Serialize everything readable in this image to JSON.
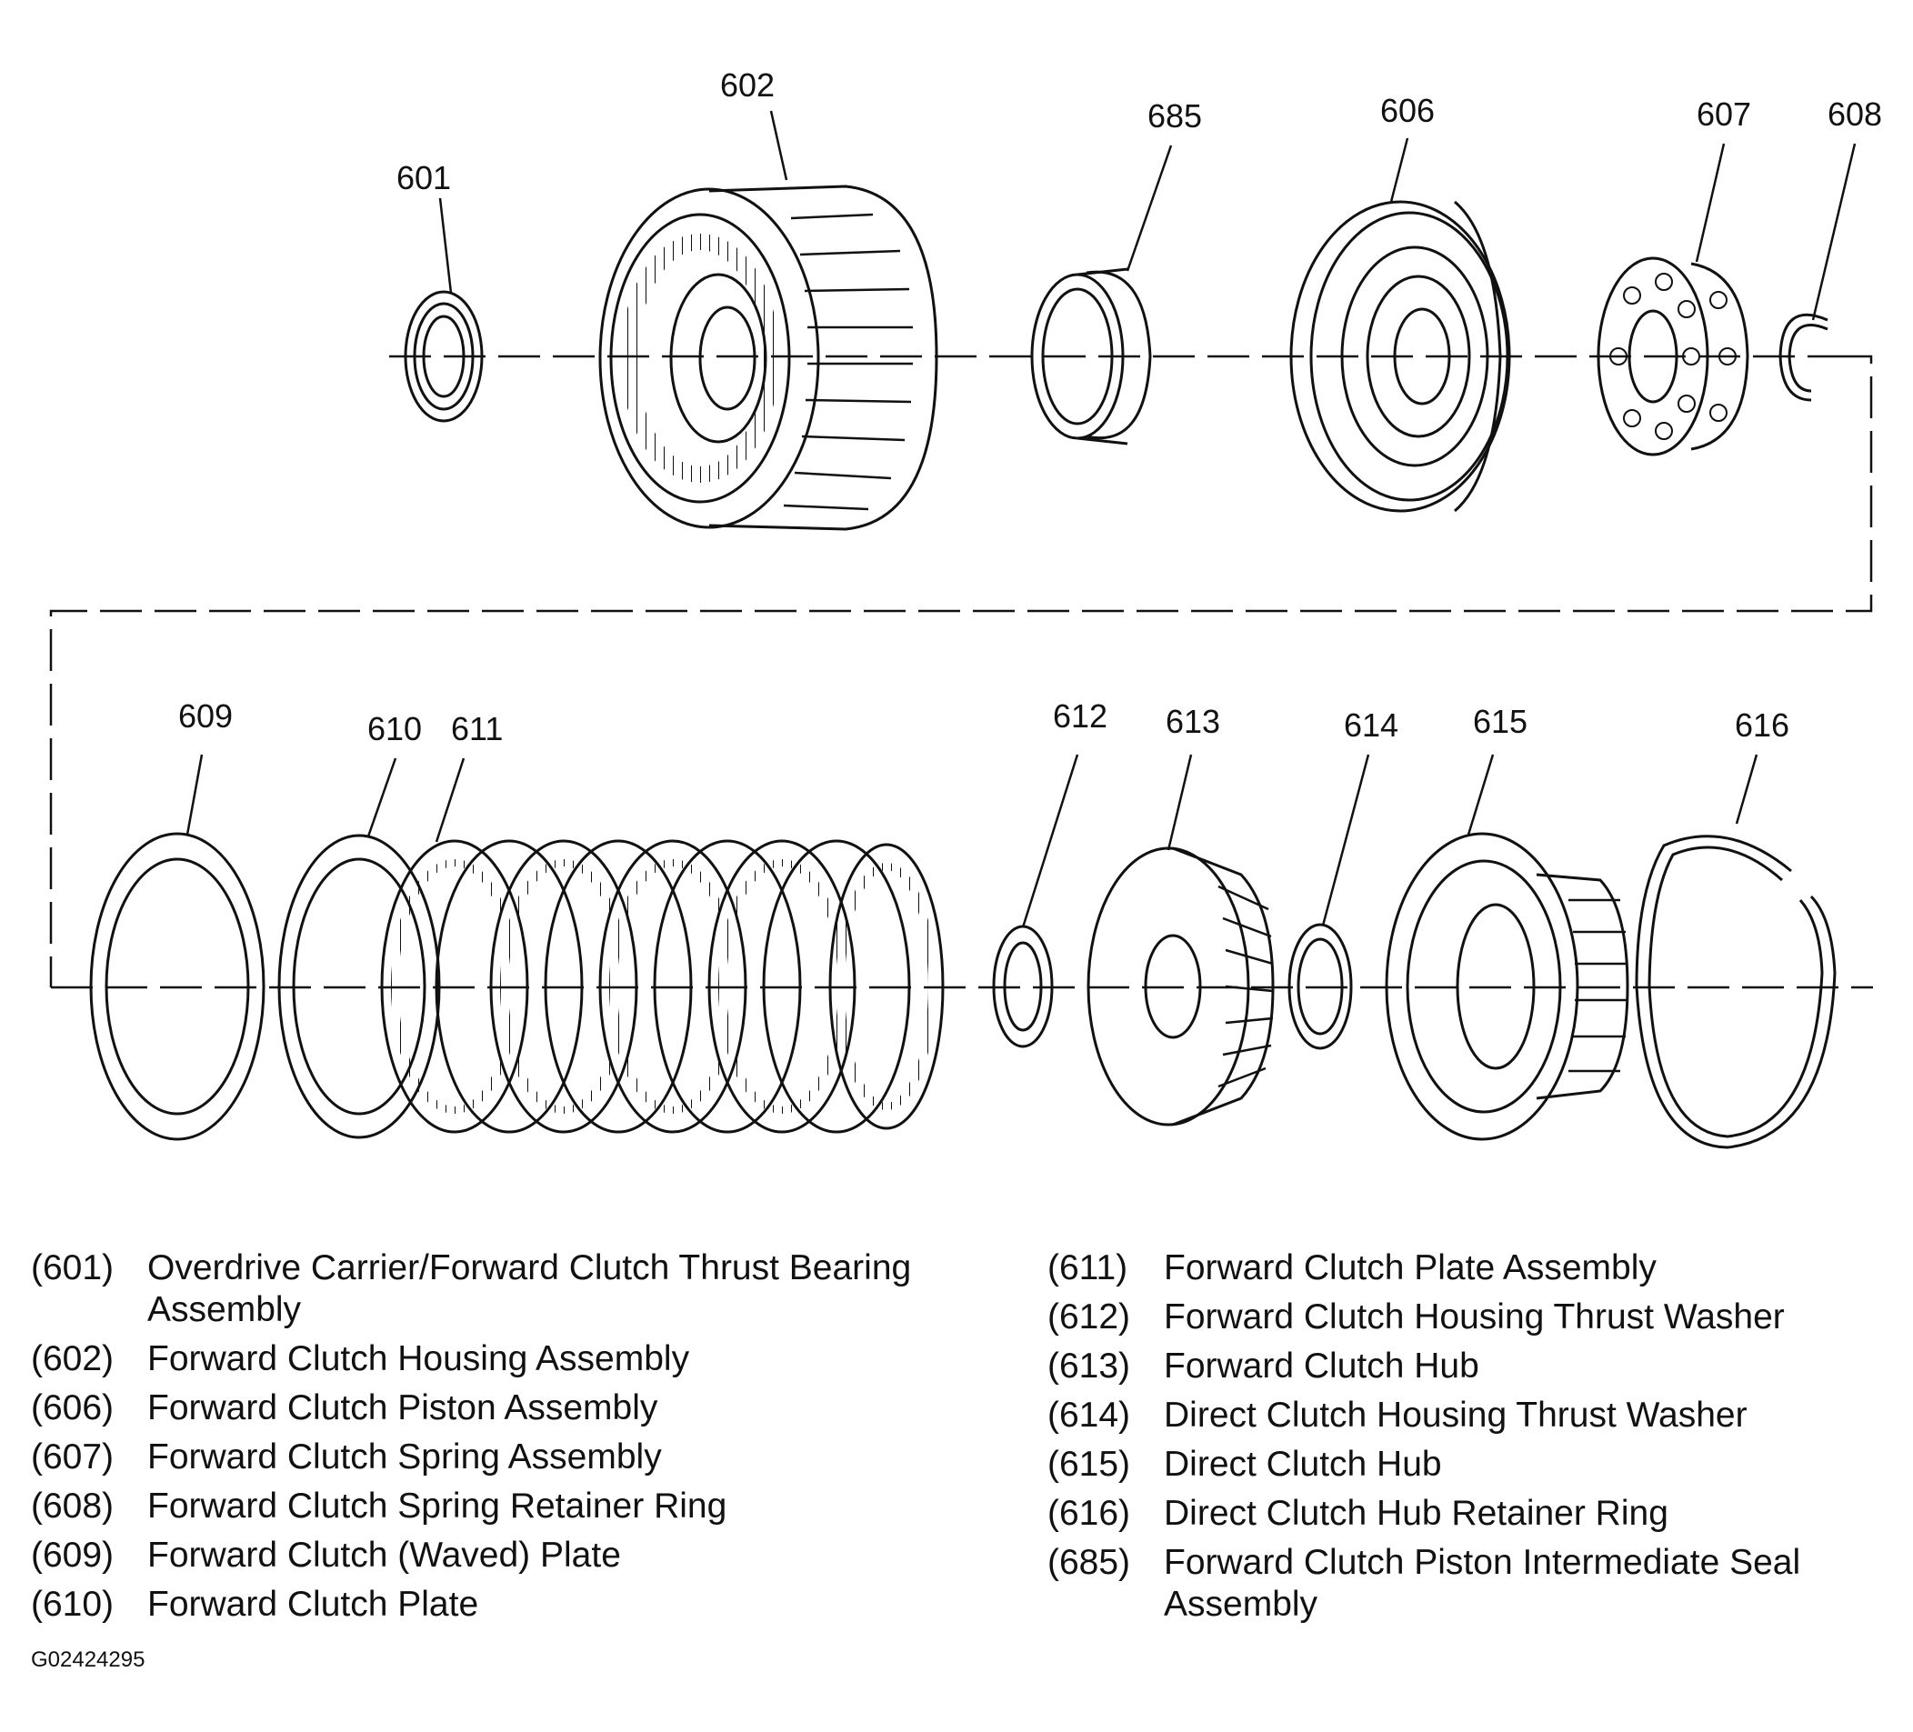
{
  "callouts": {
    "c601": "601",
    "c602": "602",
    "c685": "685",
    "c606": "606",
    "c607": "607",
    "c608": "608",
    "c609": "609",
    "c610": "610",
    "c611": "611",
    "c612": "612",
    "c613": "613",
    "c614": "614",
    "c615": "615",
    "c616": "616"
  },
  "legend": {
    "left": [
      {
        "num": "(601)",
        "desc": "Overdrive Carrier/Forward Clutch Thrust Bearing Assembly"
      },
      {
        "num": "(602)",
        "desc": "Forward Clutch Housing Assembly"
      },
      {
        "num": "(606)",
        "desc": "Forward Clutch Piston Assembly"
      },
      {
        "num": "(607)",
        "desc": "Forward Clutch Spring Assembly"
      },
      {
        "num": "(608)",
        "desc": "Forward Clutch Spring Retainer Ring"
      },
      {
        "num": "(609)",
        "desc": "Forward Clutch (Waved) Plate"
      },
      {
        "num": "(610)",
        "desc": "Forward Clutch Plate"
      }
    ],
    "right": [
      {
        "num": "(611)",
        "desc": "Forward Clutch Plate Assembly"
      },
      {
        "num": "(612)",
        "desc": "Forward Clutch Housing Thrust Washer"
      },
      {
        "num": "(613)",
        "desc": "Forward Clutch Hub"
      },
      {
        "num": "(614)",
        "desc": "Direct Clutch Housing Thrust Washer"
      },
      {
        "num": "(615)",
        "desc": "Direct Clutch Hub"
      },
      {
        "num": "(616)",
        "desc": "Direct Clutch Hub Retainer Ring"
      },
      {
        "num": "(685)",
        "desc": "Forward Clutch Piston Intermediate Seal Assembly"
      }
    ]
  },
  "figure_id": "G02424295"
}
